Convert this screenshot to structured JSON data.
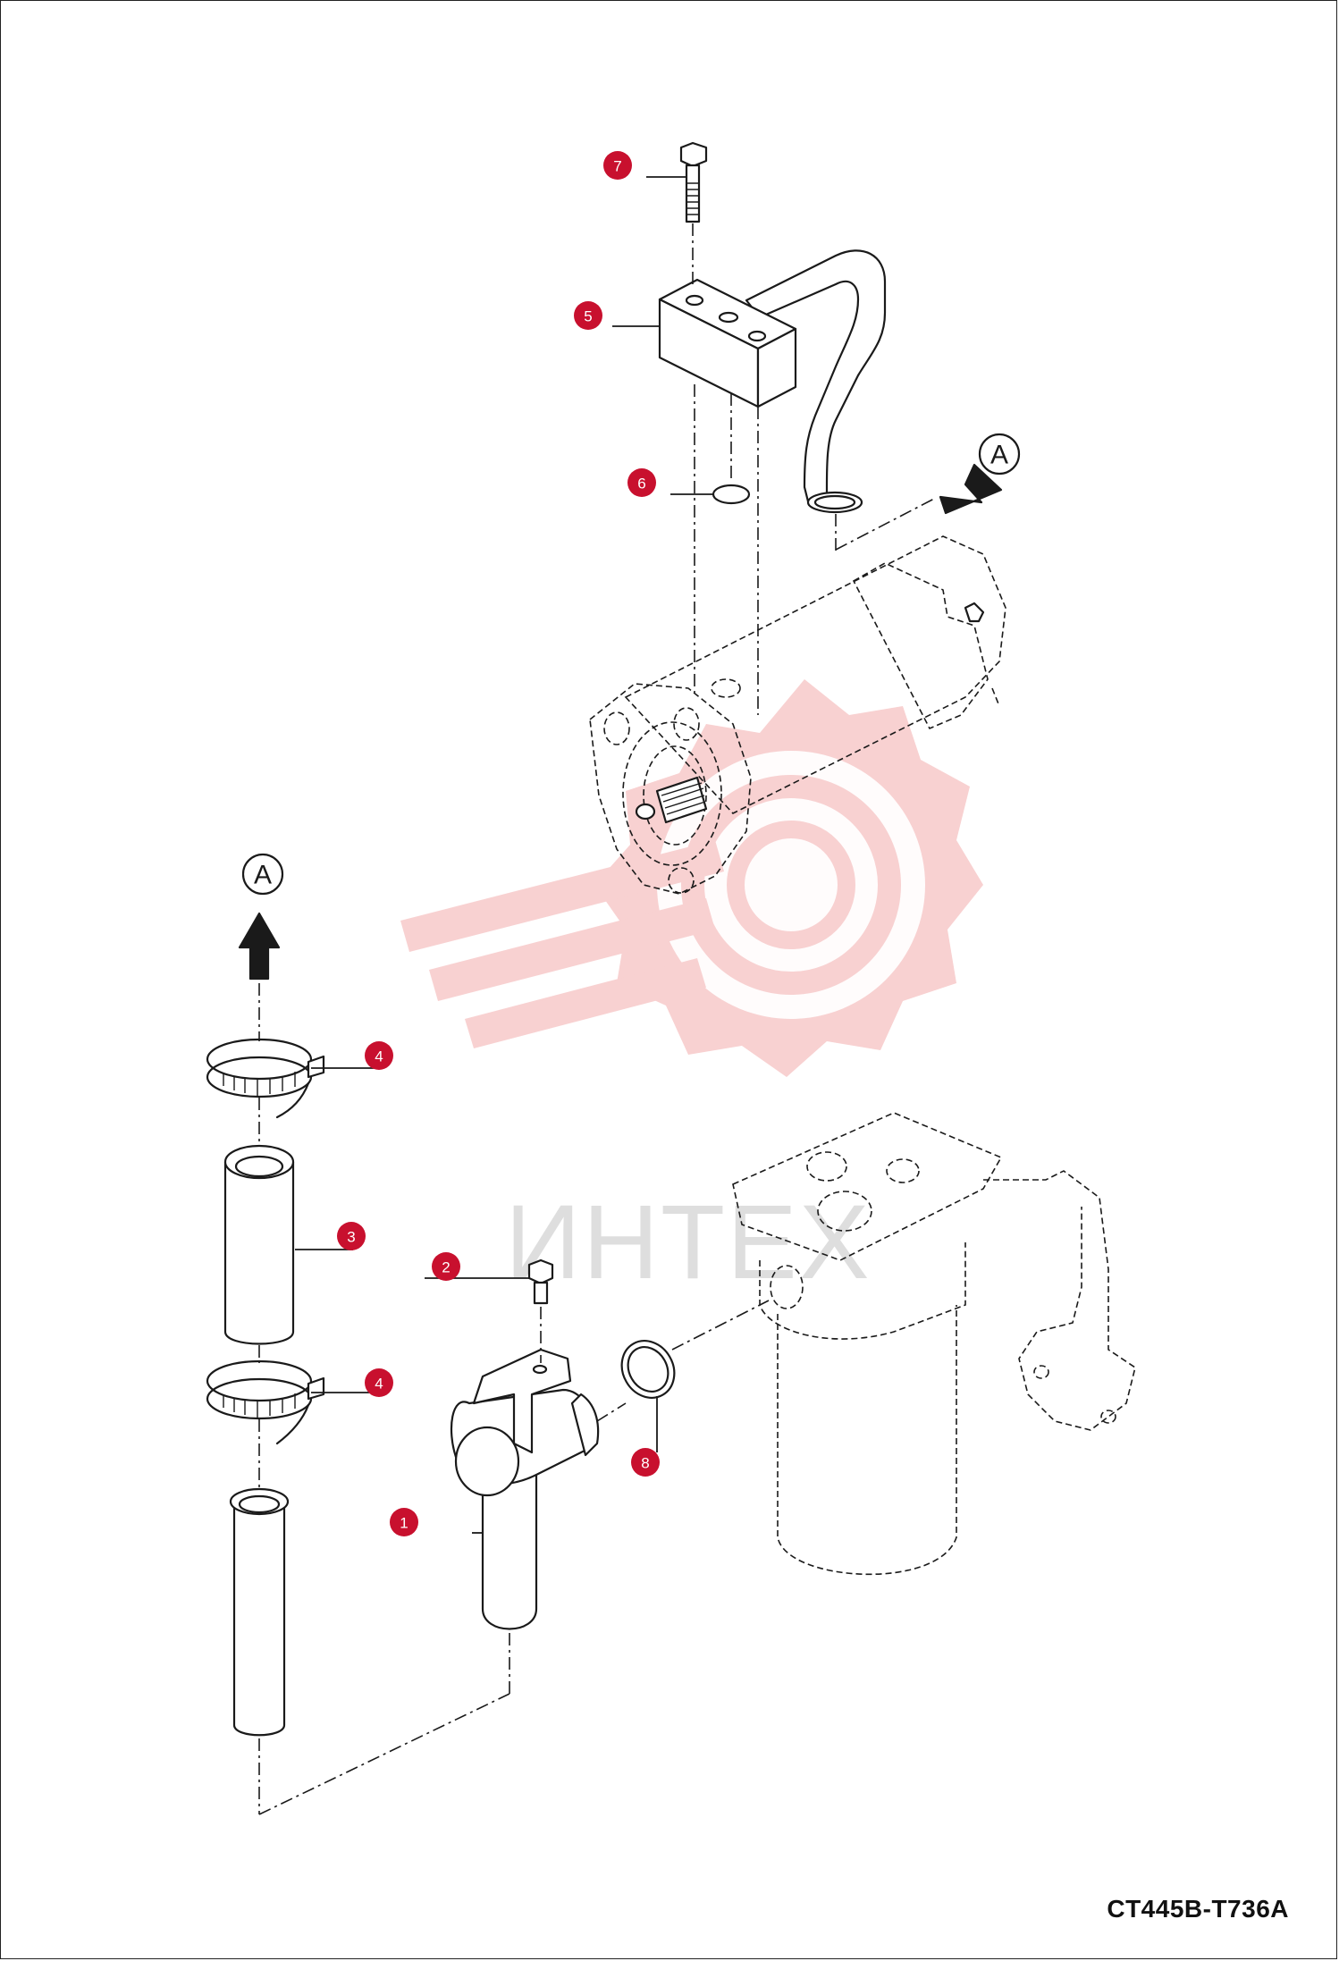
{
  "drawing_code": "CT445B-T736A",
  "watermark": {
    "text": "ИНТЕХ",
    "gear_color": "#f7c9c9",
    "text_color": "#d9d9d9"
  },
  "badge_color": "#c8102e",
  "reference_marks": [
    {
      "id": "A_top",
      "letter": "A"
    },
    {
      "id": "A_left",
      "letter": "A"
    }
  ],
  "callouts": [
    {
      "number": "1"
    },
    {
      "number": "2"
    },
    {
      "number": "3"
    },
    {
      "number": "4"
    },
    {
      "number": "4"
    },
    {
      "number": "5"
    },
    {
      "number": "6"
    },
    {
      "number": "7"
    },
    {
      "number": "8"
    }
  ]
}
